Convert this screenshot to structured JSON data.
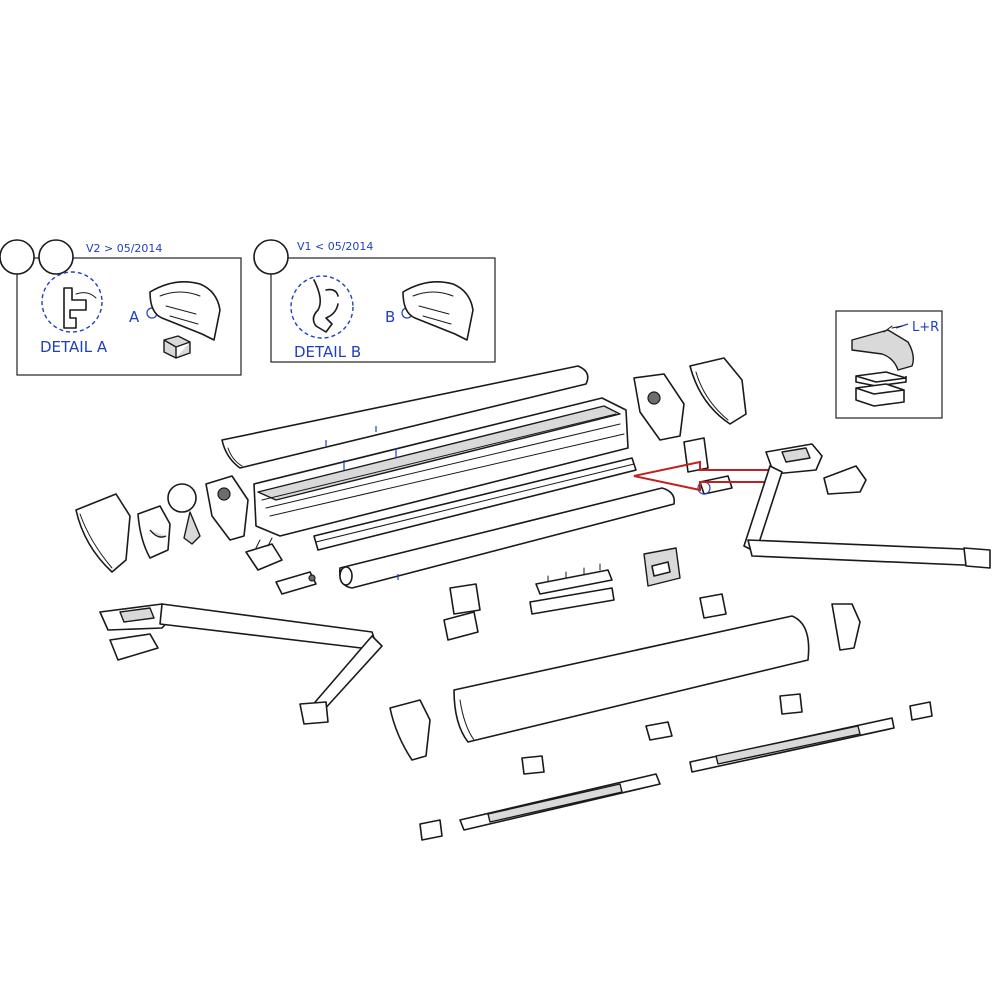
{
  "inset_v2": {
    "version_label": "V2 > 05/2014",
    "detail_label": "DETAIL A",
    "callout_letter": "A"
  },
  "inset_v1": {
    "version_label": "V1 < 05/2014",
    "detail_label": "DETAIL B",
    "callout_letter": "B"
  },
  "inset_bracket": {
    "side_label": "L+R"
  },
  "highlight": {
    "arrow_color": "#c41f1f",
    "callout_color": "#1f3fbf"
  }
}
